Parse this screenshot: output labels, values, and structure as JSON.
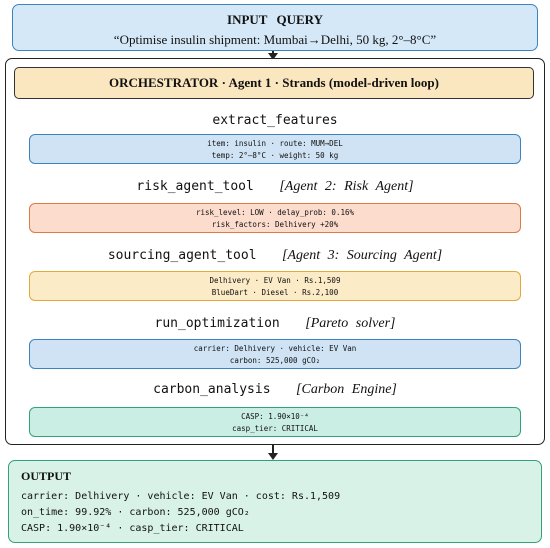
{
  "query": {
    "title": "INPUT QUERY",
    "text": "“Optimise insulin shipment: Mumbai→Delhi, 50 kg, 2°–8°C”"
  },
  "orchestrator": {
    "label": "ORCHESTRATOR · Agent 1 · Strands (model-driven loop)"
  },
  "steps": [
    {
      "name": "extract_features",
      "agent": "",
      "lines": [
        "item: insulin · route: MUM→DEL",
        "temp: 2°–8°C · weight: 50 kg"
      ]
    },
    {
      "name": "risk_agent_tool",
      "agent": "[Agent 2: Risk Agent]",
      "lines": [
        "risk_level: LOW · delay_prob: 0.16%",
        "risk_factors: Delhivery +20%"
      ]
    },
    {
      "name": "sourcing_agent_tool",
      "agent": "[Agent 3: Sourcing Agent]",
      "lines": [
        "Delhivery · EV Van · Rs.1,509",
        "BlueDart · Diesel · Rs.2,100"
      ]
    },
    {
      "name": "run_optimization",
      "agent": "[Pareto solver]",
      "lines": [
        "carrier: Delhivery · vehicle: EV Van",
        "carbon: 525,000 gCO₂"
      ]
    },
    {
      "name": "carbon_analysis",
      "agent": "[Carbon Engine]",
      "lines": [
        "CASP: 1.90×10⁻⁴",
        "casp_tier: CRITICAL"
      ]
    }
  ],
  "output": {
    "title": "OUTPUT",
    "lines": [
      "carrier: Delhivery · vehicle: EV Van · cost: Rs.1,509",
      "on_time: 99.92% · carbon: 525,000 gCO₂",
      "CASP: 1.90×10⁻⁴ · casp_tier: CRITICAL"
    ]
  }
}
